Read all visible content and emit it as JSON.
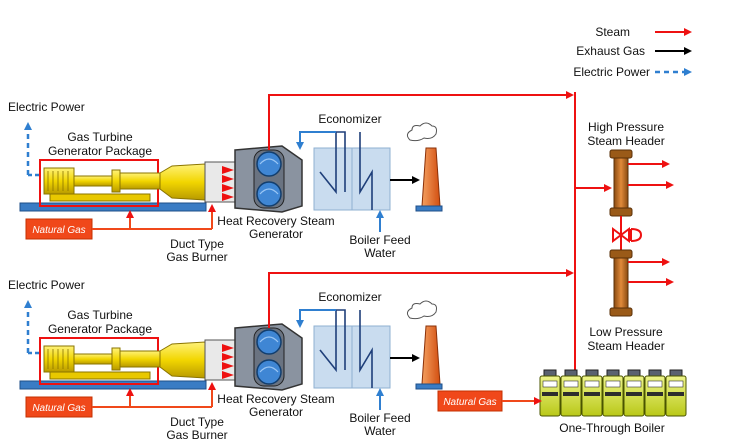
{
  "legend": {
    "steam": "Steam",
    "exhaust_gas": "Exhaust Gas",
    "electric_power": "Electric Power"
  },
  "colors": {
    "steam": "#ee1111",
    "exhaust": "#000000",
    "electric": "#2f7fd0",
    "natural_gas_box": "#f0481a",
    "turbine_yellow": "#f2d600",
    "hrsg_gray": "#7a8290",
    "economizer_blue": "#c9dcef",
    "stack_orange": "#e8641e",
    "header_brown": "#c76e18",
    "boiler_green": "#d8e82a"
  },
  "units": [
    {
      "electric_power": "Electric Power",
      "package_label": "Gas Turbine Generator Package",
      "natural_gas": "Natural Gas",
      "economizer": "Economizer",
      "hrsg": "Heat Recovery Steam Generator",
      "duct_burner": "Duct Type Gas Burner",
      "boiler_feed": "Boiler Feed Water"
    },
    {
      "electric_power": "Electric Power",
      "package_label": "Gas Turbine Generator Package",
      "natural_gas": "Natural Gas",
      "economizer": "Economizer",
      "hrsg": "Heat Recovery Steam Generator",
      "duct_burner": "Duct Type Gas Burner",
      "boiler_feed": "Boiler Feed Water"
    }
  ],
  "headers": {
    "high": "High Pressure Steam Header",
    "low": "Low Pressure Steam Header"
  },
  "boiler": {
    "natural_gas": "Natural Gas",
    "label": "One-Through Boiler",
    "unit_count": 7
  }
}
